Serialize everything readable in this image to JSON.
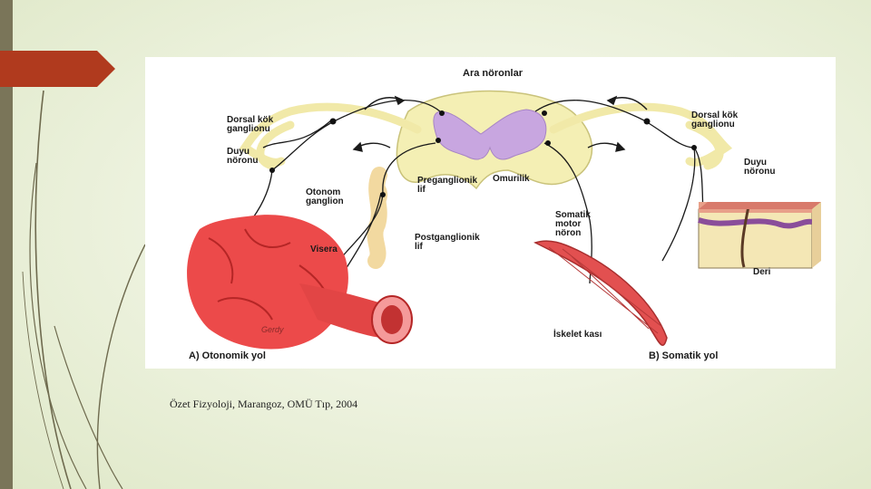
{
  "diagram": {
    "labels": {
      "ara_noronlar": "Ara nöronlar",
      "dorsal_kok_left": "Dorsal kök\nganglionu",
      "dorsal_kok_right": "Dorsal kök\nganglionu",
      "duyu_left": "Duyu\nnöronu",
      "duyu_right": "Duyu\nnöronu",
      "otonom_ganglion": "Otonom\nganglion",
      "preganglionik": "Preganglionik\nlif",
      "omurilik": "Omurilik",
      "postganglionik": "Postganglionik\nlif",
      "somatik_motor": "Somatik\nmotor\nnöron",
      "visera": "Visera",
      "deri": "Deri",
      "iskelet_kasi": "İskelet kası",
      "otonomik_yol": "A) Otonomik yol",
      "somatik_yol": "B) Somatik yol",
      "artist_signature": "Gerdy"
    }
  },
  "caption": "Özet Fizyoloji, Marangoz, OMÜ Tıp, 2004"
}
